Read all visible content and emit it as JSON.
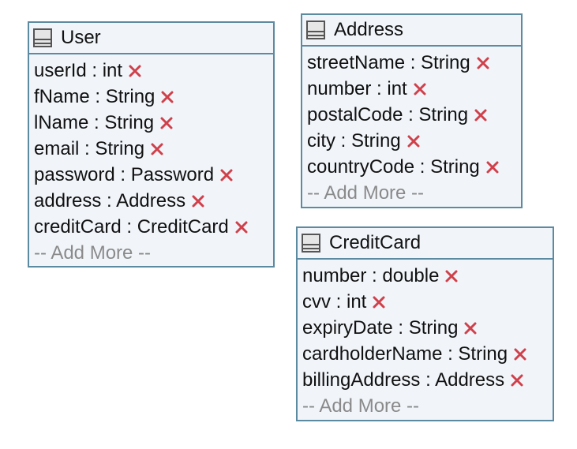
{
  "classes": [
    {
      "id": "user",
      "name": "User",
      "attributes": [
        {
          "text": "userId : int"
        },
        {
          "text": "fName : String"
        },
        {
          "text": "lName : String"
        },
        {
          "text": "email : String"
        },
        {
          "text": "password : Password"
        },
        {
          "text": "address : Address"
        },
        {
          "text": "creditCard : CreditCard"
        }
      ],
      "add_more_label": "-- Add More --"
    },
    {
      "id": "address",
      "name": "Address",
      "attributes": [
        {
          "text": "streetName : String"
        },
        {
          "text": "number : int"
        },
        {
          "text": "postalCode : String"
        },
        {
          "text": "city : String"
        },
        {
          "text": "countryCode : String"
        }
      ],
      "add_more_label": "-- Add More --"
    },
    {
      "id": "creditcard",
      "name": "CreditCard",
      "attributes": [
        {
          "text": "number : double"
        },
        {
          "text": "cvv : int"
        },
        {
          "text": "expiryDate : String"
        },
        {
          "text": "cardholderName : String"
        },
        {
          "text": "billingAddress : Address"
        }
      ],
      "add_more_label": "-- Add More --"
    }
  ],
  "icons": {
    "class_icon": "class-table-icon",
    "delete_icon": "delete-x-icon"
  },
  "colors": {
    "border": "#5c8aa0",
    "fill": "#f1f5fa",
    "delete": "#d0404a",
    "add_more": "#8a8a8a"
  }
}
